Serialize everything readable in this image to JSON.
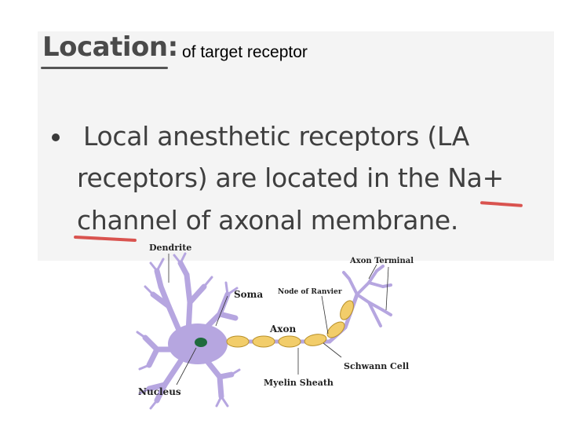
{
  "title": {
    "heading": "Location:",
    "suffix": "of  target receptor"
  },
  "bullet": {
    "lines": [
      "Local anesthetic receptors (LA",
      "receptors) are located in the Na+",
      "channel of axonal membrane."
    ]
  },
  "diagram": {
    "labels": {
      "dendrite": "Dendrite",
      "soma": "Soma",
      "node": "Node of Ranvier",
      "axon_terminal": "Axon Terminal",
      "axon": "Axon",
      "schwann": "Schwann Cell",
      "myelin": "Myelin Sheath",
      "nucleus": "Nucleus"
    },
    "colors": {
      "neuron": "#b6a6e0",
      "myelin": "#f2cd6a",
      "nucleus": "#1f6b3d",
      "highlight": "#d9534f"
    }
  }
}
